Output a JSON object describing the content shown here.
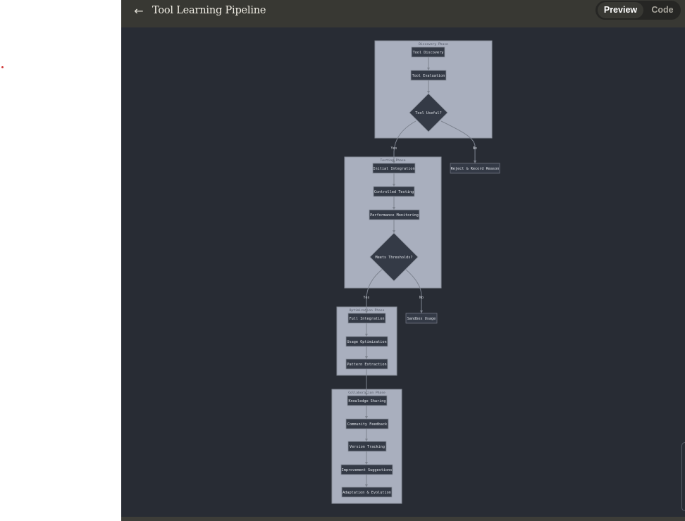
{
  "header": {
    "back_icon": "←",
    "title": "Tool Learning Pipeline",
    "preview_label": "Preview",
    "code_label": "Code"
  },
  "colors": {
    "canvas_background": "#282c34",
    "cluster_fill": "#a9afbe",
    "node_fill": "#343a46",
    "edge_color": "#7d838f",
    "accent_dot": "#d23c3c"
  },
  "diagram": {
    "clusters": {
      "discovery": "Discovery Phase",
      "testing": "Testing Phase",
      "optimization": "Optimization Phase",
      "collaboration": "Collaboration Phase"
    },
    "nodes": {
      "tool_discovery": "Tool Discovery",
      "tool_evaluation": "Tool Evaluation",
      "tool_useful": "Tool Useful?",
      "reject_record": "Reject & Record Reason",
      "initial_integration": "Initial Integration",
      "controlled_testing": "Controlled Testing",
      "performance_monitoring": "Performance Monitoring",
      "meets_thresholds": "Meets Thresholds?",
      "sandbox_usage": "Sandbox Usage",
      "full_integration": "Full Integration",
      "usage_optimization": "Usage Optimization",
      "pattern_extraction": "Pattern Extraction",
      "knowledge_sharing": "Knowledge Sharing",
      "community_feedback": "Community Feedback",
      "version_tracking": "Version Tracking",
      "improvement_suggestions": "Improvement Suggestions",
      "adaptation_evolution": "Adaptation & Evolution"
    },
    "edge_labels": {
      "useful_yes": "Yes",
      "useful_no": "No",
      "thresholds_yes": "Yes",
      "thresholds_no": "No"
    }
  }
}
